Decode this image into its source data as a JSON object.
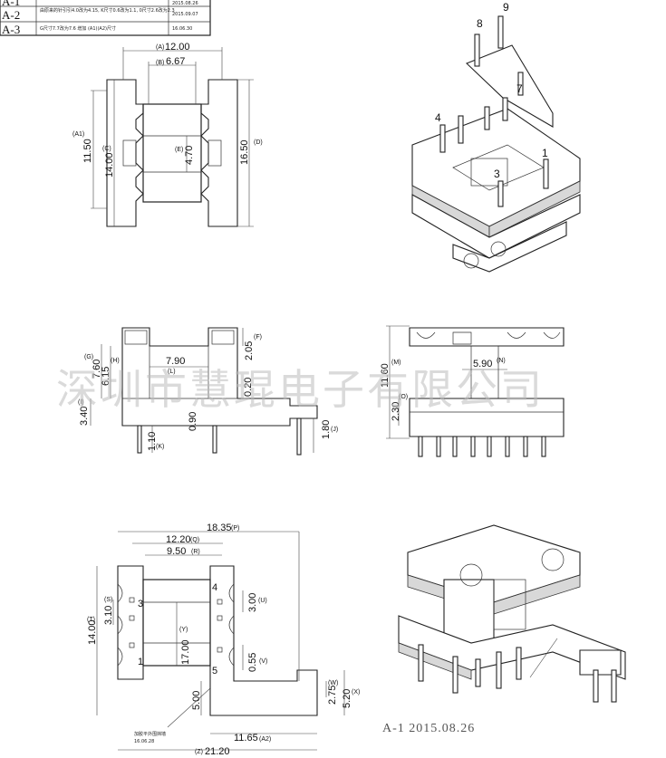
{
  "revision_table": {
    "rows": [
      {
        "rev": "A-1",
        "desc": "",
        "date": "2015.08.26"
      },
      {
        "rev": "A-2",
        "desc": "由原来的针引引4.0改为4.15, K尺寸0.6改为1.1, 0尺寸2.6改为2.3",
        "date": "2015.09.07"
      },
      {
        "rev": "A-3",
        "desc": "G尺寸7.7改为7.6 增加 (A1)(A2)尺寸",
        "date": "16.06.30"
      }
    ]
  },
  "view_top": {
    "dims": {
      "A": "12.00",
      "A_tag": "(A)",
      "B": "6.67",
      "B_tag": "(B)",
      "A1_tag": "(A1)",
      "A1": "11.50",
      "C_tag": "(C)",
      "C": "14.00",
      "E_tag": "(E)",
      "E": "4.70",
      "D_tag": "(D)",
      "D": "16.50"
    }
  },
  "view_iso_top": {
    "pins": [
      "8",
      "9",
      "7",
      "4",
      "1",
      "3"
    ]
  },
  "view_front": {
    "dims": {
      "G_tag": "(G)",
      "G": "7.60",
      "H_tag": "(H)",
      "H": "6.15",
      "L": "7.90",
      "L_tag": "(L)",
      "F_tag": "(F)",
      "F": "2.05",
      "I_tag": "(I)",
      "I": "3.40",
      "K_tag": "(K)",
      "K": "1.10",
      "M": "0.90",
      "N": "0.20",
      "J": "1.80",
      "J_tag": "(J)"
    }
  },
  "view_side": {
    "dims": {
      "M_tag": "(M)",
      "M": "11.60",
      "N": "5.90",
      "N_tag": "(N)",
      "O_tag": "(O)",
      "O": "2.30"
    }
  },
  "view_bottom": {
    "dims": {
      "P": "18.35",
      "P_tag": "(P)",
      "Q": "12.20",
      "Q_tag": "(Q)",
      "R": "9.50",
      "R_tag": "(R)",
      "S_tag": "(S)",
      "S": "3.10",
      "T": "14.00",
      "T_tag": "(T)",
      "Y_tag": "(Y)",
      "Y": "17.00",
      "U": "3.00",
      "U_tag": "(U)",
      "V": "0.55",
      "V_tag": "(V)",
      "W_tag": "(W)",
      "W": "2.75",
      "X": "5.20",
      "X_tag": "(X)",
      "A2": "11.65",
      "A2_tag": "(A2)",
      "Z_tag": "(Z)",
      "Z": "21.20",
      "five": "5.00"
    },
    "pin_labels": [
      "3",
      "1",
      "4",
      "5"
    ],
    "note_line1": "加胶平外围挡墙",
    "note_line2": "16.06.28"
  },
  "watermark": "深圳市慧琨电子有限公司",
  "revision_stamp": "A-1  2015.08.26"
}
